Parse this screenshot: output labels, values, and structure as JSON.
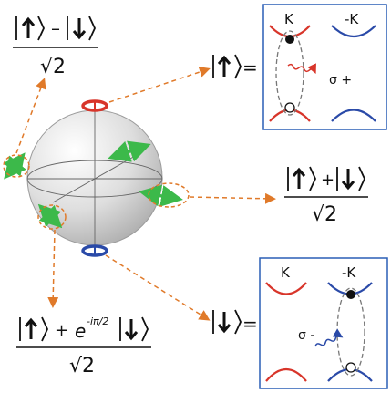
{
  "labels": {
    "K": "K",
    "negK": "-K",
    "sigma_plus": "σ +",
    "sigma_minus": "σ -",
    "sqrt2": "√2",
    "equals": "=",
    "plus": "+",
    "minus": "–",
    "e_base": "e",
    "e_exponent": "-iπ/2"
  },
  "colors": {
    "red_band": "#d8352a",
    "blue_band": "#2a4aa8",
    "panel_border": "#2a5fb5",
    "dashed_arrow": "#e07a2a",
    "green_arrow": "#3cb94a",
    "sphere": "#d7d7d7"
  },
  "icons": {
    "up_arrow": "up-arrow-icon",
    "down_arrow": "down-arrow-icon",
    "filled_circle": "electron-icon",
    "open_circle": "hole-icon"
  }
}
